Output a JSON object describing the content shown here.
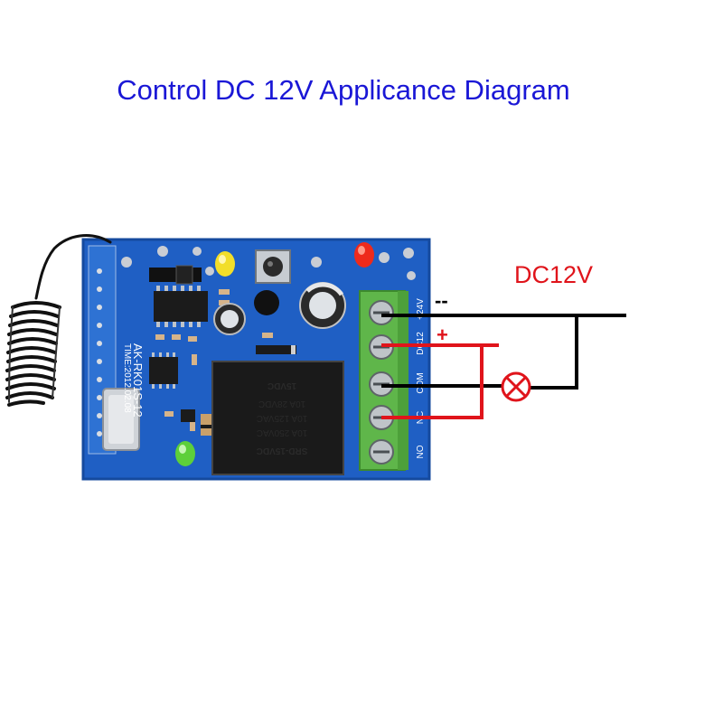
{
  "title": "Control DC 12V Applicance Diagram",
  "labels": {
    "supply": "DC12V",
    "negative": "--",
    "positive": "+"
  },
  "board": {
    "model": "AK-RK01S-12",
    "date": "TIME:2012.02.08",
    "relay_lines": [
      "15VDC",
      "10A 250VAC",
      "10A 125VAC",
      "10A 28VDC"
    ],
    "terminal_labels": [
      "+24V",
      "DC12",
      "COM",
      "NC",
      "NO"
    ]
  },
  "colors": {
    "title": "#1a17d6",
    "positive_wire": "#e0141b",
    "negative_wire": "#000000",
    "pcb": "#1f5fc4",
    "terminal_block": "#5fb64a"
  }
}
